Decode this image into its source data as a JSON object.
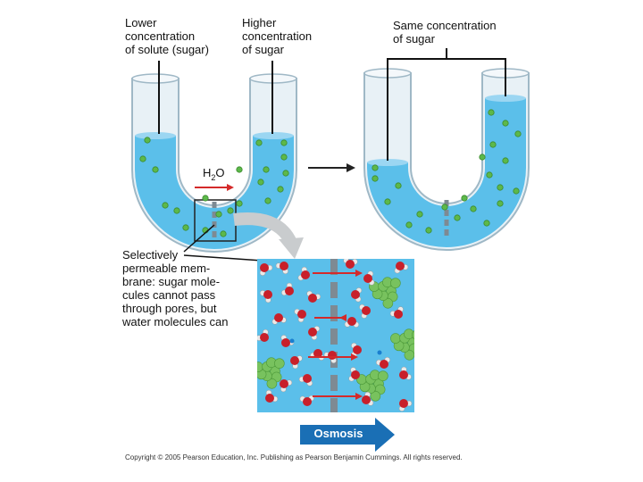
{
  "labels": {
    "lower": "Lower\nconcentration\nof solute (sugar)",
    "higher": "Higher\nconcentration\nof sugar",
    "same": "Same concentration\nof sugar",
    "water": "H",
    "water_sub": "2",
    "water_o": "O",
    "membrane": "Selectively\npermeable mem-\nbrane: sugar mole-\ncules cannot pass\nthrough pores, but\nwater molecules can",
    "osmosis": "Osmosis",
    "copyright": "Copyright © 2005 Pearson Education, Inc. Publishing as Pearson Benjamin Cummings. All rights reserved."
  },
  "colors": {
    "water": "#5bbfea",
    "water_dark": "#3aa6dc",
    "tube": "#cfe3ee",
    "sugar": "#5db84a",
    "oxygen": "#c8202a",
    "hydrogen": "#e9e9e9",
    "membrane": "#7e8a93",
    "arrow_red": "#d42a2a",
    "osmosis_arrow": "#1a6fb5"
  }
}
